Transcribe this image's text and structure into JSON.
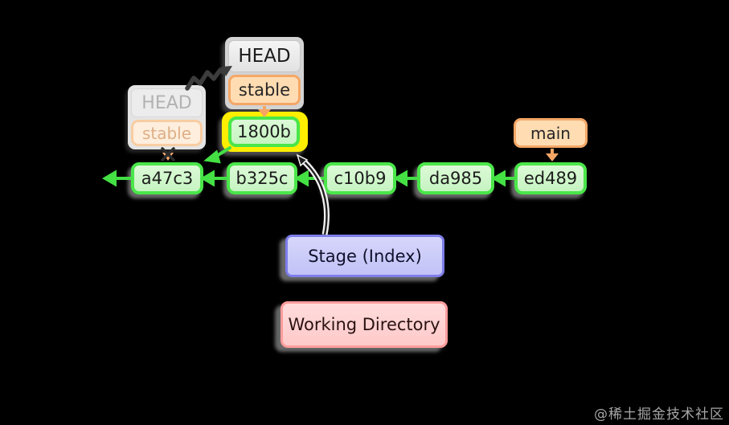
{
  "diagram": {
    "head_pointer": {
      "head": "HEAD",
      "branch": "stable"
    },
    "ghost_pointer": {
      "head": "HEAD",
      "branch": "stable"
    },
    "branch_main": "main",
    "commits": [
      "a47c3",
      "b325c",
      "c10b9",
      "da985",
      "ed489"
    ],
    "amended_commit": "1800b",
    "stage_label": "Stage (Index)",
    "working_label": "Working Directory"
  },
  "watermark": "@稀土掘金技术社区",
  "palette": {
    "background": "#000000",
    "commit_fill": "#ccf6c8",
    "commit_border": "#4ae64a",
    "highlight_yellow": "#ffee00",
    "branch_fill": "#ffdcb2",
    "branch_border": "#f4a767",
    "head_fill": "#d3d3d3",
    "stage_fill": "#cfcffa",
    "stage_border": "#7d7dea",
    "working_fill": "#ffd3d3",
    "working_border": "#ff9d9d"
  }
}
